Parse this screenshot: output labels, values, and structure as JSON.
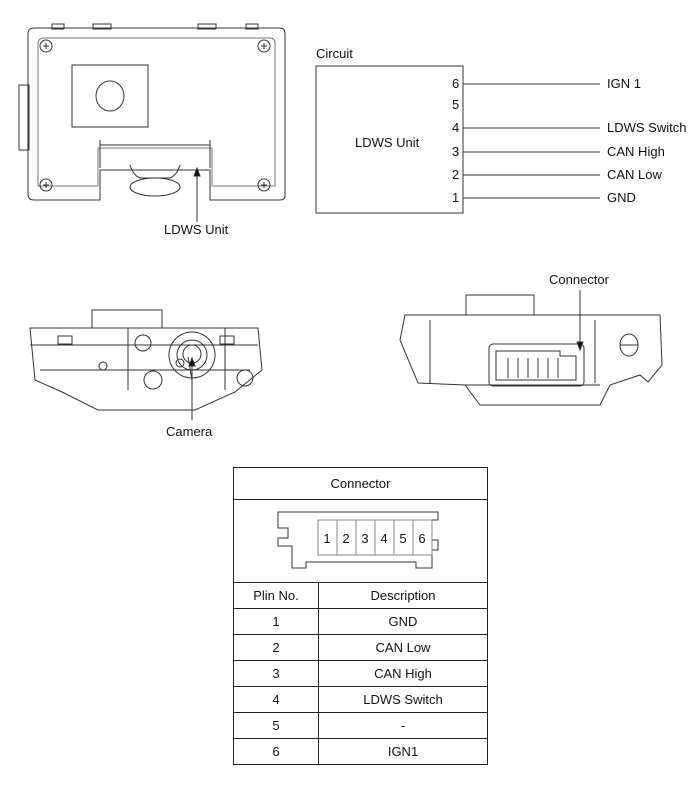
{
  "top_view": {
    "label": "LDWS Unit"
  },
  "circuit": {
    "title": "Circuit",
    "unit_label": "LDWS Unit",
    "pins": [
      {
        "pin": "6",
        "signal": "IGN 1"
      },
      {
        "pin": "5",
        "signal": ""
      },
      {
        "pin": "4",
        "signal": "LDWS Switch"
      },
      {
        "pin": "3",
        "signal": "CAN High"
      },
      {
        "pin": "2",
        "signal": "CAN Low"
      },
      {
        "pin": "1",
        "signal": "GND"
      }
    ]
  },
  "front_view": {
    "label": "Camera"
  },
  "rear_view": {
    "label": "Connector"
  },
  "connector_table": {
    "title": "Connector",
    "connector_pins": [
      "1",
      "2",
      "3",
      "4",
      "5",
      "6"
    ],
    "headers": [
      "Plin No.",
      "Description"
    ],
    "rows": [
      [
        "1",
        "GND"
      ],
      [
        "2",
        "CAN Low"
      ],
      [
        "3",
        "CAN High"
      ],
      [
        "4",
        "LDWS Switch"
      ],
      [
        "5",
        "-"
      ],
      [
        "6",
        "IGN1"
      ]
    ]
  }
}
